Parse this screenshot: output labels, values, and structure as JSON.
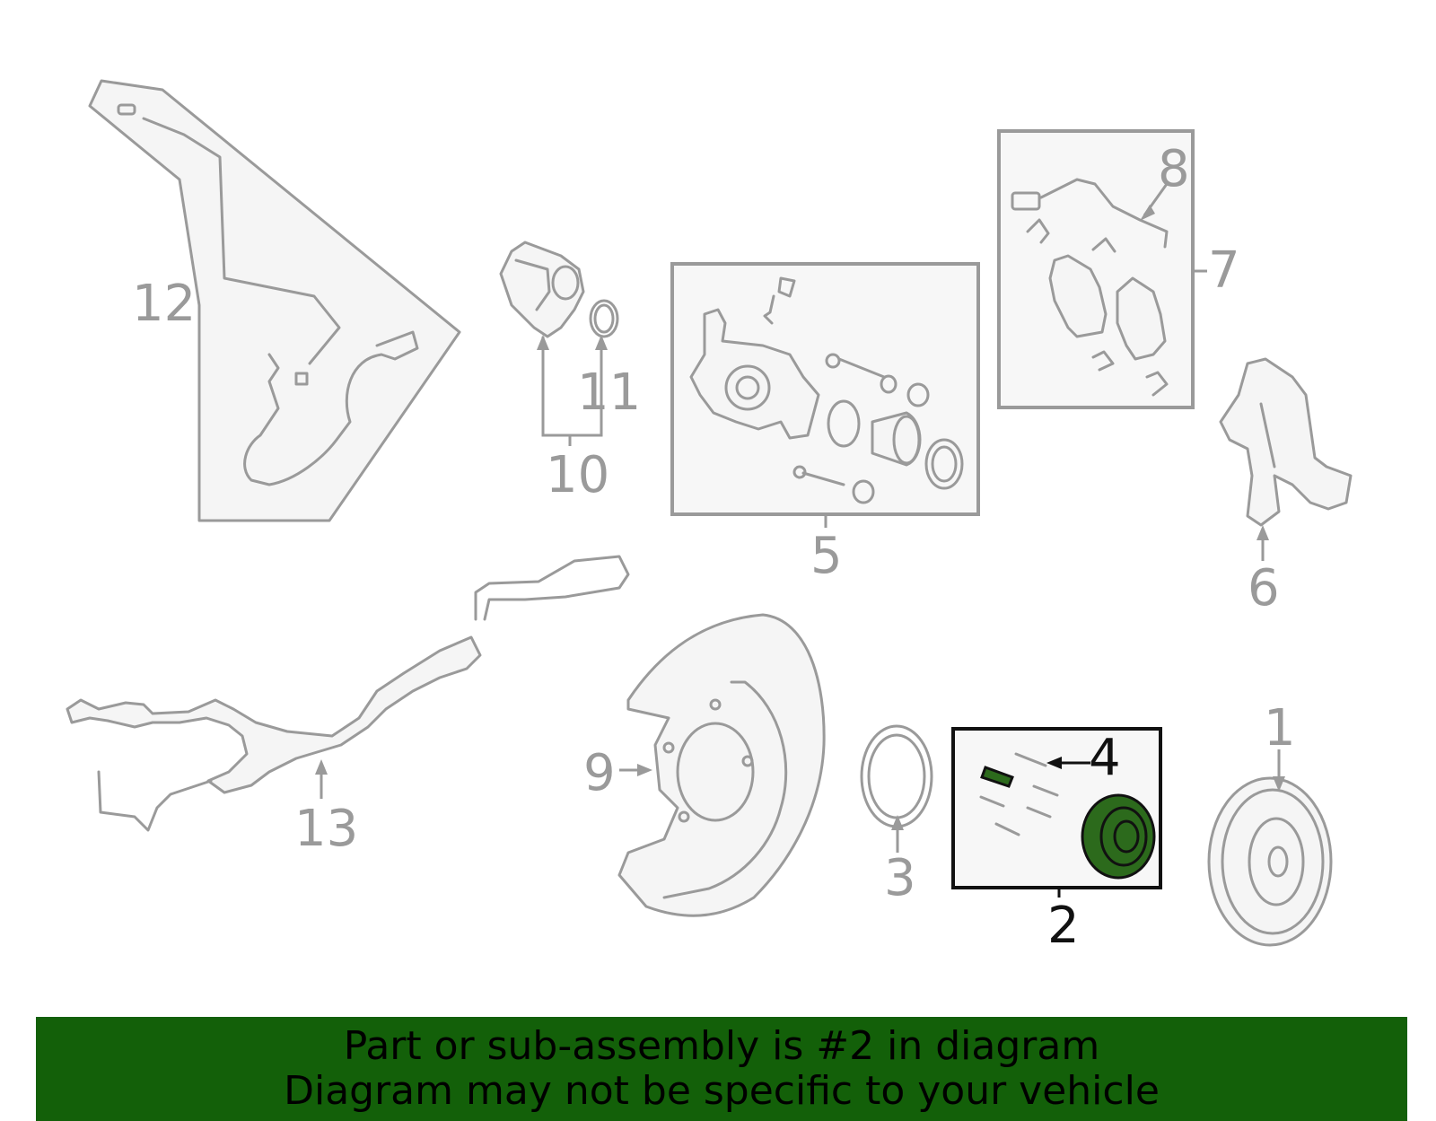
{
  "callouts": {
    "p1": "1",
    "p2": "2",
    "p3": "3",
    "p4": "4",
    "p5": "5",
    "p6": "6",
    "p7": "7",
    "p8": "8",
    "p9": "9",
    "p10": "10",
    "p11": "11",
    "p12": "12",
    "p13": "13"
  },
  "highlighted_part": "2",
  "colors": {
    "highlight": "#2c6a1c",
    "banner": "#136009",
    "line": "#9a9a9a"
  },
  "banner": {
    "line1": "Part or sub-assembly is #2 in diagram",
    "line2": "Diagram may not be specific to your vehicle"
  }
}
